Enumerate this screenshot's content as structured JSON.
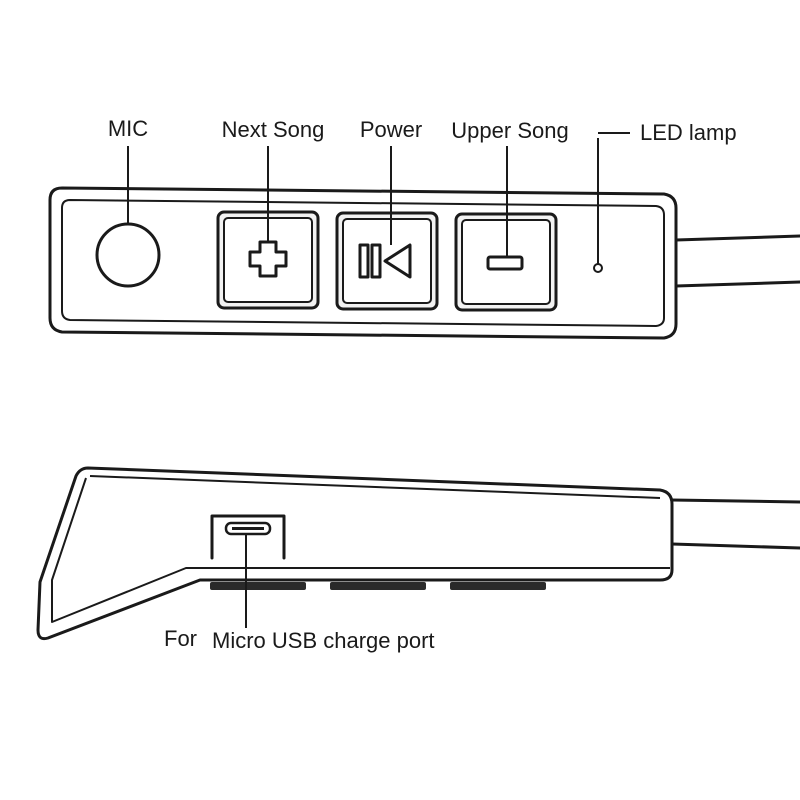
{
  "labels": {
    "mic": "MIC",
    "next_song": "Next Song",
    "power": "Power",
    "upper_song": "Upper Song",
    "led_lamp": "LED lamp",
    "usb_for": "For",
    "usb_port": "Micro USB charge port"
  },
  "icons": {
    "next_song": "plus-icon",
    "power": "power-play-pause-icon",
    "upper_song": "minus-icon",
    "mic": "microphone-hole-icon",
    "led": "led-indicator-icon",
    "usb": "micro-usb-port-icon"
  },
  "colors": {
    "line": "#1a1a1a",
    "background": "#ffffff"
  }
}
